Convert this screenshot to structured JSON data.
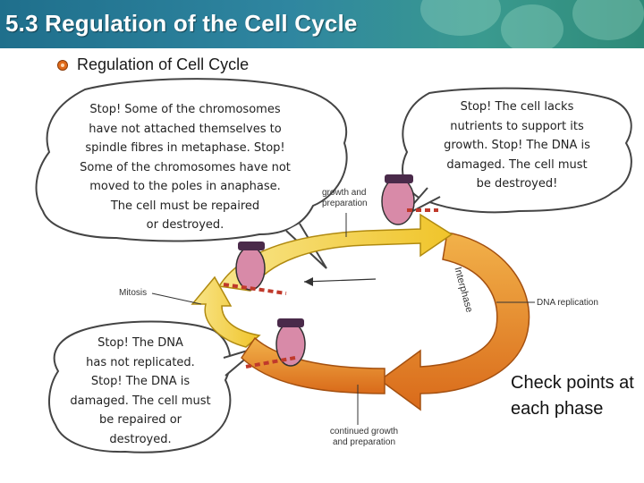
{
  "header": {
    "title": "5.3 Regulation of the Cell Cycle"
  },
  "slide": {
    "subtitle": "Regulation of Cell Cycle"
  },
  "bubbles": {
    "top_left": [
      "Stop! Some of the chromosomes",
      "have not attached themselves to",
      "spindle fibres in metaphase. Stop!",
      "Some of the chromosomes have not",
      "moved to the poles in anaphase.",
      "The cell must be repaired",
      "or destroyed."
    ],
    "top_right": [
      "Stop! The cell lacks",
      "nutrients to support its",
      "growth. Stop! The DNA is",
      "damaged. The cell must",
      "be destroyed!"
    ],
    "bottom_left": [
      "Stop! The DNA",
      "has not replicated.",
      "Stop! The DNA is",
      "damaged. The cell must",
      "be repaired or",
      "destroyed."
    ]
  },
  "labels": {
    "growth": "growth and preparation",
    "mitosis": "Mitosis",
    "dna_replication": "DNA replication",
    "interphase": "Interphase",
    "continued": "continued growth and preparation"
  },
  "note": "Check points at each phase",
  "colors": {
    "header_bg": "#2f86a0",
    "arrow_yellow": "#f3d23a",
    "arrow_orange": "#e8872a",
    "bubble_fill": "#ffffff"
  }
}
